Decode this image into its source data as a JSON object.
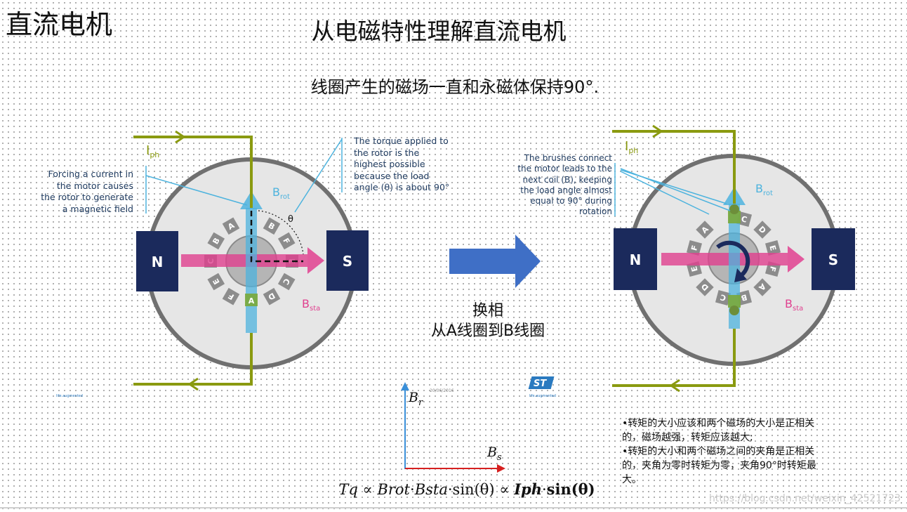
{
  "corner_title": "直流电机",
  "title": "从电磁特性理解直流电机",
  "subtitle": "线圈产生的磁场一直和永磁体保持90°.",
  "labels": {
    "iph_main": "I",
    "iph_sub": "ph",
    "brot_main": "B",
    "brot_sub": "rot",
    "bsta_main": "B",
    "bsta_sub": "sta",
    "north": "N",
    "south": "S",
    "theta": "θ"
  },
  "left_motor": {
    "note_current": [
      "Forcing a current in",
      "the motor causes",
      "the rotor to generate",
      "a magnetic field"
    ],
    "note_torque": [
      "The torque applied to",
      "the rotor is the",
      "highest possible",
      "because the load",
      "angle (θ) is about 90°"
    ],
    "coils": [
      "B",
      "F",
      "E",
      "C",
      "D",
      "F",
      "E",
      "C",
      "B",
      "A"
    ]
  },
  "right_motor": {
    "note": [
      "The brushes connect",
      "the motor leads to the",
      "next coil (B), keeping",
      "the load angle almost",
      "equal to 90° during",
      "rotation"
    ],
    "coils": [
      "C",
      "D",
      "E",
      "F",
      "A",
      "B",
      "C",
      "D",
      "E",
      "F",
      "A"
    ]
  },
  "commutation": {
    "line1": "换相",
    "line2": "从A线圈到B线圈"
  },
  "axes": {
    "y_main": "B",
    "y_sub": "r",
    "x_main": "B",
    "x_sub": "s",
    "date": "20/06/2016"
  },
  "logo": {
    "mark": "ST",
    "tagline": "life.augmented"
  },
  "bullets": [
    "•转矩的大小应该和两个磁场的大小是正相关的，磁场越强，转矩应该越大;",
    "•转矩的大小和两个磁场之间的夹角是正相关的，夹角为零时转矩为零，夹角90°时转矩最大。"
  ],
  "formula": {
    "tq": "Tq",
    "prop1": "∝",
    "brot": "Brot",
    "dot1": "·",
    "bsta": "Bsta",
    "dot2": "·",
    "sin1": "sin(θ)",
    "prop2": "∝",
    "iph": "Iph",
    "dot3": "·",
    "sin2": "sin(θ)"
  },
  "watermark": "https://blog.csdn.net/weixin_42521723",
  "colors": {
    "wire": "#8a9a10",
    "rotor_field": "#4db3de",
    "stator_field": "#e0408f",
    "magnet": "#1b2a5c",
    "note": "#1e3a5f",
    "arrow": "#3f6fc6"
  }
}
